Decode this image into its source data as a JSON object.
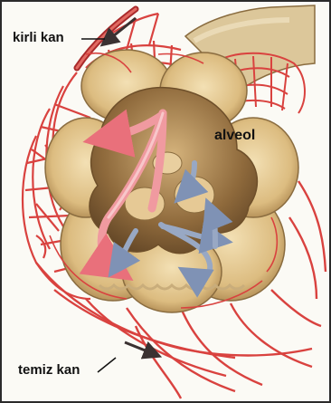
{
  "labels": {
    "dirty_blood": "kirli kan",
    "alveolus": "alveol",
    "clean_blood": "temiz kan"
  },
  "colors": {
    "background": "#fbfaf5",
    "frame": "#2b2b2b",
    "alveolus_wall": "#d8b578",
    "alveolus_shade": "#9c7440",
    "alveolus_inner": "#efd9a6",
    "capillary": "#d9423f",
    "capillary_dark": "#a92a2b",
    "oxygen_flow": "#f09aa0",
    "co2_flow": "#98a8c4",
    "arrow": "#3a3131"
  },
  "icons": [
    "flow-arrow-icon",
    "leader-line-icon"
  ]
}
